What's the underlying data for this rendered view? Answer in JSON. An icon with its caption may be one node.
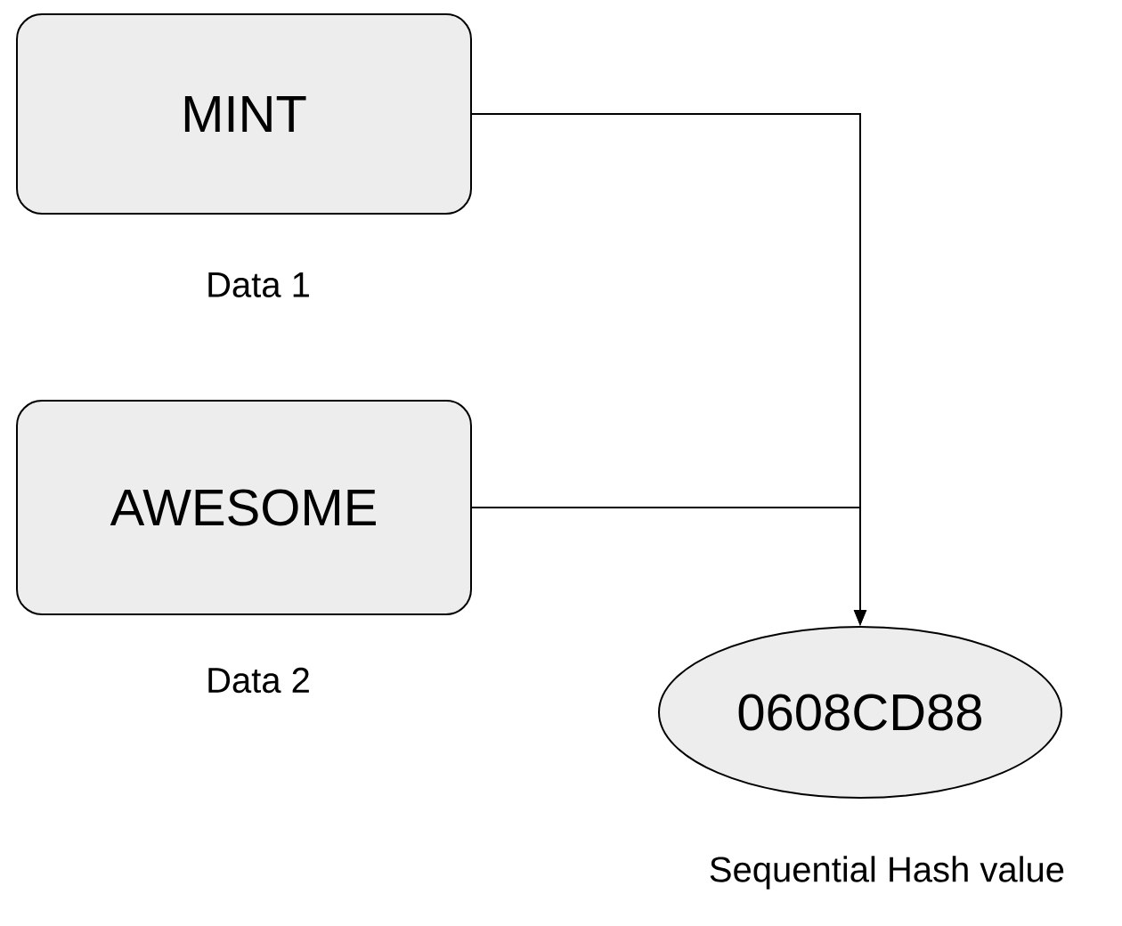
{
  "diagram": {
    "nodes": [
      {
        "text": [
          "MINT"
        ],
        "beside": [
          "Data 1"
        ]
      },
      {
        "text": [
          "AWESOME"
        ],
        "beside": [
          "Data 2"
        ]
      },
      {
        "text": [
          "0608CD88"
        ],
        "beside": [
          "Sequential Hash value"
        ]
      }
    ],
    "edges": [
      {
        "from": 0,
        "to": 2,
        "arrow": "to"
      },
      {
        "from": 1,
        "to": 2,
        "arrow": "to"
      }
    ]
  }
}
